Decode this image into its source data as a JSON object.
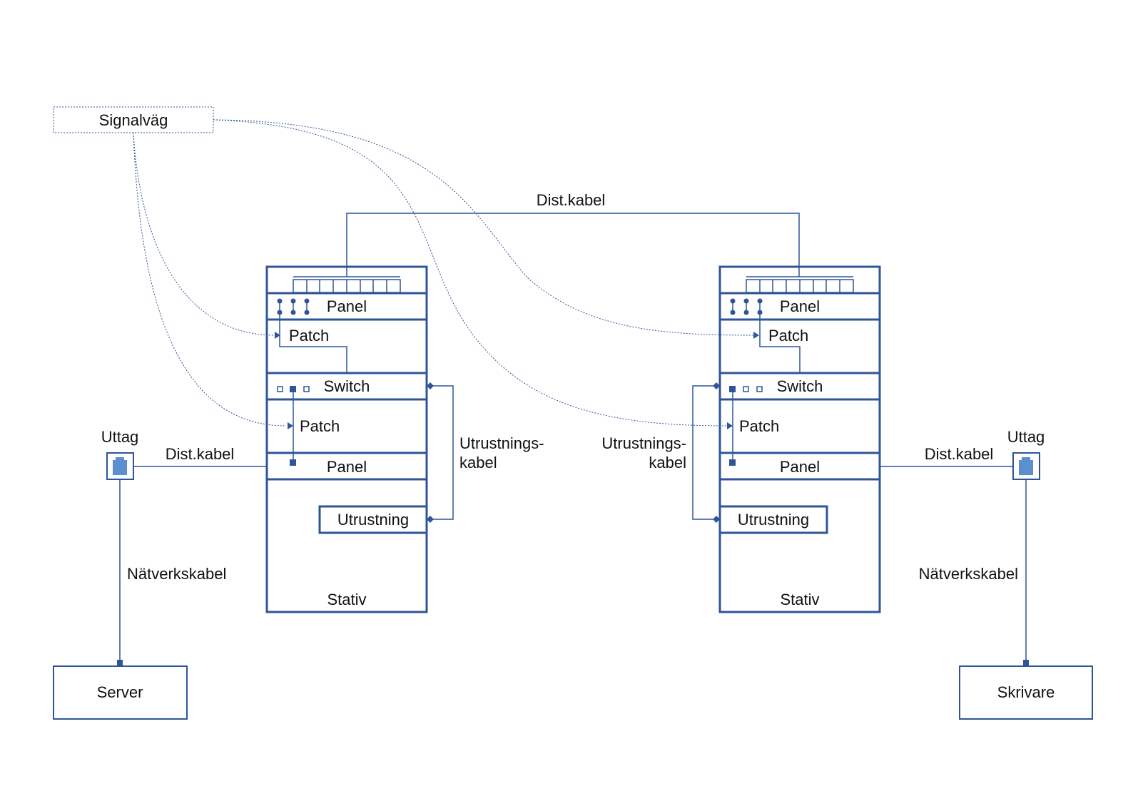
{
  "colors": {
    "line": "#2f5597",
    "outlet_fill": "#5b8fd0",
    "text": "#111111"
  },
  "signal_path": {
    "label": "Signalväg"
  },
  "dist_cable_top": {
    "label": "Dist.kabel"
  },
  "left_rack": {
    "panel_top": "Panel",
    "patch_top": "Patch",
    "switch": "Switch",
    "patch_bottom": "Patch",
    "panel_bottom": "Panel",
    "equipment": "Utrustning",
    "rack": "Stativ",
    "equipment_cable": [
      "Utrustnings-",
      "kabel"
    ]
  },
  "right_rack": {
    "panel_top": "Panel",
    "patch_top": "Patch",
    "switch": "Switch",
    "patch_bottom": "Patch",
    "panel_bottom": "Panel",
    "equipment": "Utrustning",
    "rack": "Stativ",
    "equipment_cable": [
      "Utrustnings-",
      "kabel"
    ]
  },
  "left_side": {
    "outlet": "Uttag",
    "dist_cable": "Dist.kabel",
    "network_cable": "Nätverkskabel",
    "device": "Server"
  },
  "right_side": {
    "outlet": "Uttag",
    "dist_cable": "Dist.kabel",
    "network_cable": "Nätverkskabel",
    "device": "Skrivare"
  }
}
